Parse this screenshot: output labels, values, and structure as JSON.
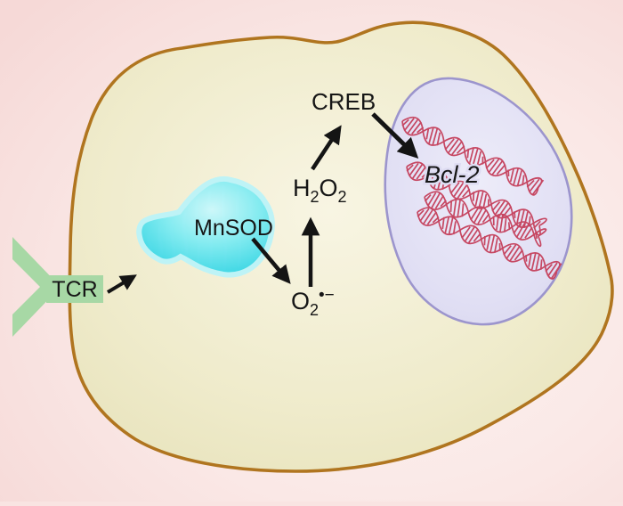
{
  "figure": {
    "kind": "cell-signaling-pathway-diagram",
    "labels": {
      "receptor": "TCR",
      "enzyme": "MnSOD",
      "transcription_factor": "CREB",
      "gene": "Bcl-2"
    },
    "molecules": {
      "superoxide": {
        "base": "O",
        "subscript": "2",
        "superscript": "•−"
      },
      "hydrogen_peroxide": {
        "h": "H",
        "h_sub": "2",
        "o": "O",
        "o_sub": "2"
      }
    },
    "pathway": [
      {
        "from": "TCR",
        "to": "mitochondrion"
      },
      {
        "from": "MnSOD",
        "to": "superoxide"
      },
      {
        "from": "superoxide",
        "to": "hydrogen peroxide"
      },
      {
        "from": "hydrogen peroxide",
        "to": "CREB"
      },
      {
        "from": "CREB",
        "to": "Bcl-2"
      }
    ],
    "colors": {
      "background_pink": "#f8dedc",
      "cell_fill": "#efebcb",
      "cell_membrane": "#b0751f",
      "nucleus_fill": "#dedcf2",
      "nucleus_border": "#9c95cd",
      "mitochondrion_cyan": "#3bd7e6",
      "mitochondrion_outline": "#25d1e1",
      "receptor_green": "#a7d8a5",
      "dna_red": "#c64762",
      "arrow_black": "#141414"
    }
  }
}
